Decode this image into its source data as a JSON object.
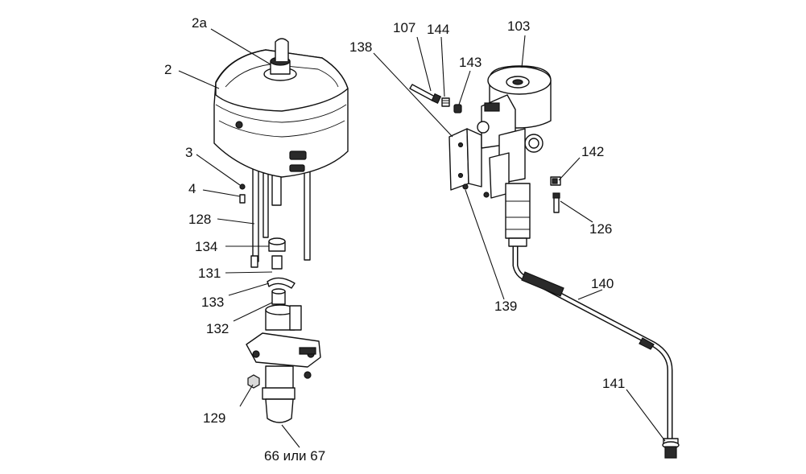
{
  "labels": {
    "l2a": "2a",
    "l2": "2",
    "l3": "3",
    "l4": "4",
    "l128": "128",
    "l134": "134",
    "l131": "131",
    "l133": "133",
    "l132": "132",
    "l129": "129",
    "l66": "66 или 67",
    "l107": "107",
    "l144": "144",
    "l103": "103",
    "l138": "138",
    "l143": "143",
    "l142": "142",
    "l126": "126",
    "l139": "139",
    "l140": "140",
    "l141": "141"
  }
}
